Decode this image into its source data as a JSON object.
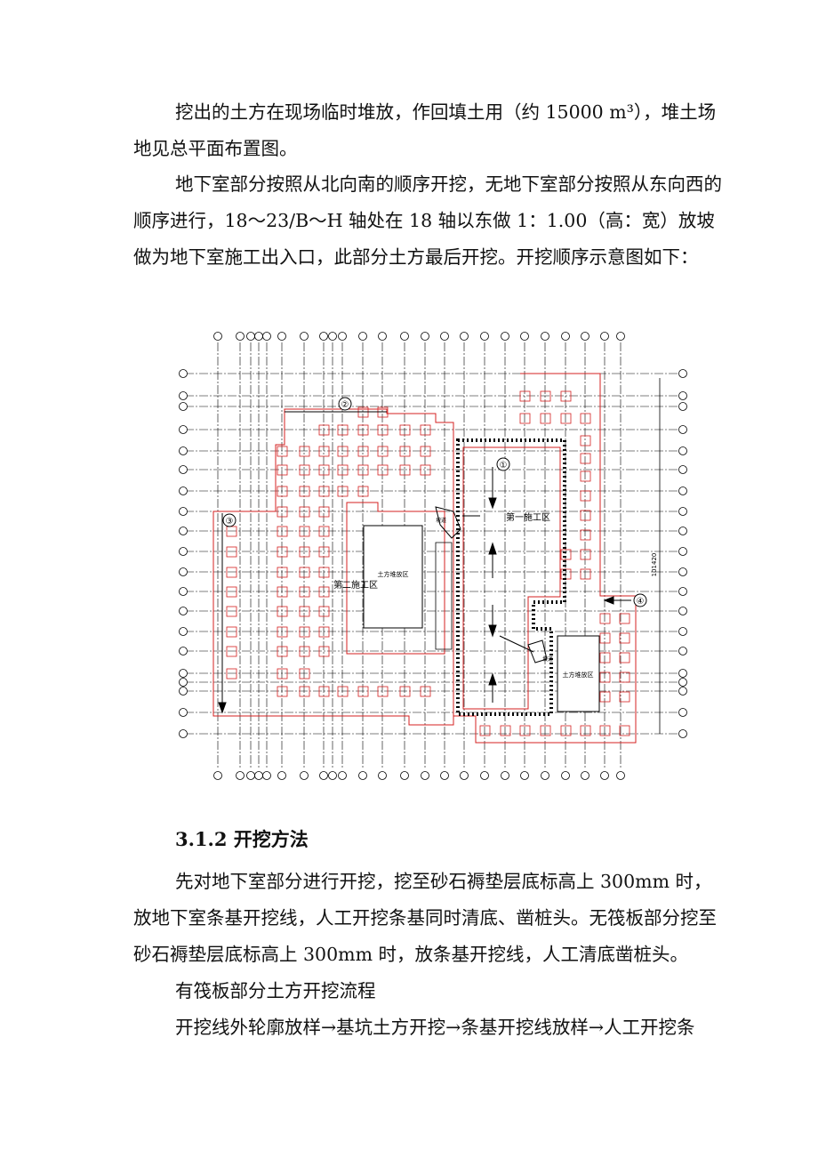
{
  "paragraphs": {
    "p1": "挖出的土方在现场临时堆放，作回填土用（约 15000 m³），堆土场地见总平面布置图。",
    "p2": "地下室部分按照从北向南的顺序开挖，无地下室部分按照从东向西的顺序进行，18～23/B～H 轴处在 18 轴以东做 1：1.00（高：宽）放坡做为地下室施工出入口，此部分土方最后开挖。开挖顺序示意图如下：",
    "heading": "3.1.2 开挖方法",
    "p3": "先对地下室部分进行开挖，挖至砂石褥垫层底标高上 300mm 时，放地下室条基开挖线，人工开挖条基同时清底、凿桩头。无筏板部分挖至砂石褥垫层底标高上 300mm 时，放条基开挖线，人工清底凿桩头。",
    "p4": "有筏板部分土方开挖流程",
    "p5": "开挖线外轮廓放样→基坑土方开挖→条基开挖线放样→人工开挖条"
  },
  "figure": {
    "zone1_label": "第一施工区",
    "zone2_label": "第二施工区",
    "stockpile1_label": "土方堆放区",
    "stockpile2_label": "土方堆放区",
    "ramp_label": "坡道",
    "dim_label": "101420",
    "marker1": "①",
    "marker2": "②",
    "marker3": "③",
    "marker4": "④",
    "colors": {
      "grid": "#000000",
      "red": "#d42020"
    }
  }
}
